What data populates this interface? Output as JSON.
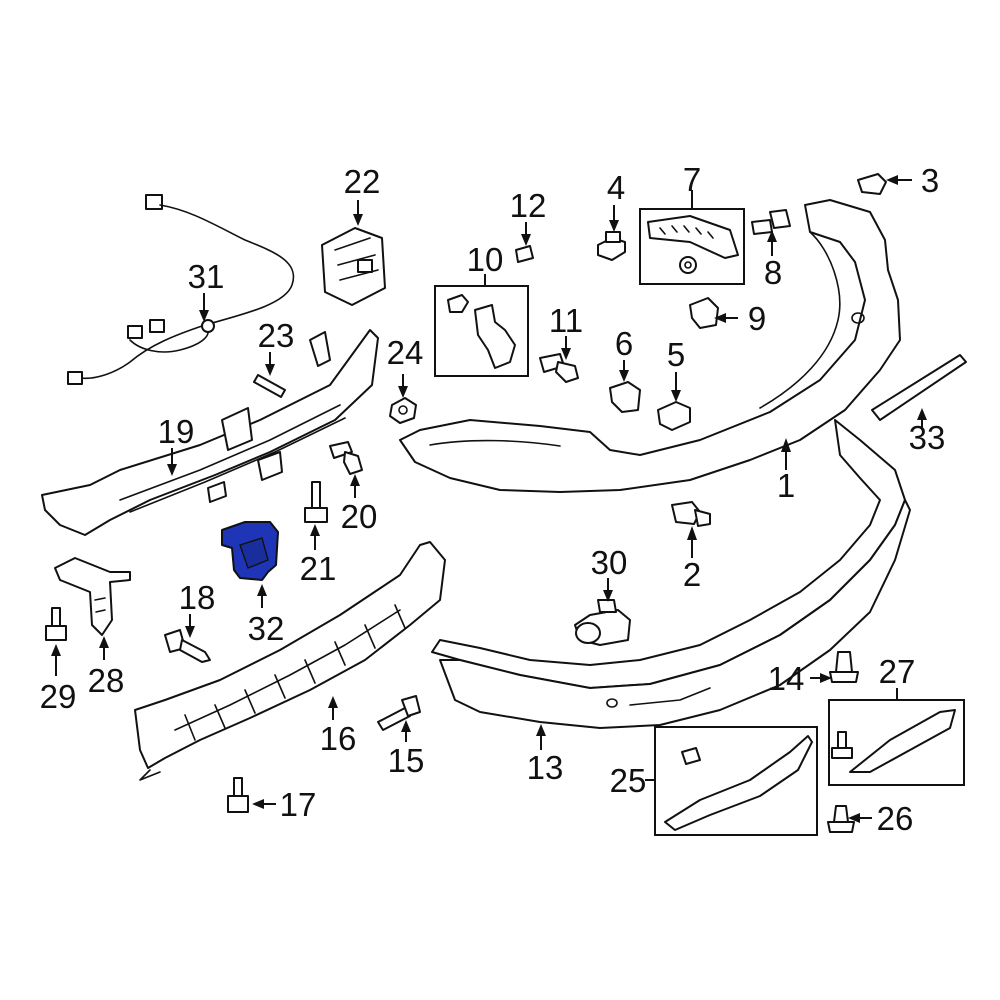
{
  "diagram": {
    "highlight_color": "#1f35b8",
    "highlighted_part": "32",
    "callouts": [
      {
        "id": "c1",
        "label": "1"
      },
      {
        "id": "c2",
        "label": "2"
      },
      {
        "id": "c3",
        "label": "3"
      },
      {
        "id": "c4",
        "label": "4"
      },
      {
        "id": "c5",
        "label": "5"
      },
      {
        "id": "c6",
        "label": "6"
      },
      {
        "id": "c7",
        "label": "7"
      },
      {
        "id": "c8",
        "label": "8"
      },
      {
        "id": "c9",
        "label": "9"
      },
      {
        "id": "c10",
        "label": "10"
      },
      {
        "id": "c11",
        "label": "11"
      },
      {
        "id": "c12",
        "label": "12"
      },
      {
        "id": "c13",
        "label": "13"
      },
      {
        "id": "c14",
        "label": "14"
      },
      {
        "id": "c15",
        "label": "15"
      },
      {
        "id": "c16",
        "label": "16"
      },
      {
        "id": "c17",
        "label": "17"
      },
      {
        "id": "c18",
        "label": "18"
      },
      {
        "id": "c19",
        "label": "19"
      },
      {
        "id": "c20",
        "label": "20"
      },
      {
        "id": "c21",
        "label": "21"
      },
      {
        "id": "c22",
        "label": "22"
      },
      {
        "id": "c23",
        "label": "23"
      },
      {
        "id": "c24",
        "label": "24"
      },
      {
        "id": "c25",
        "label": "25"
      },
      {
        "id": "c26",
        "label": "26"
      },
      {
        "id": "c27",
        "label": "27"
      },
      {
        "id": "c28",
        "label": "28"
      },
      {
        "id": "c29",
        "label": "29"
      },
      {
        "id": "c30",
        "label": "30"
      },
      {
        "id": "c31",
        "label": "31"
      },
      {
        "id": "c32",
        "label": "32"
      },
      {
        "id": "c33",
        "label": "33"
      }
    ]
  }
}
